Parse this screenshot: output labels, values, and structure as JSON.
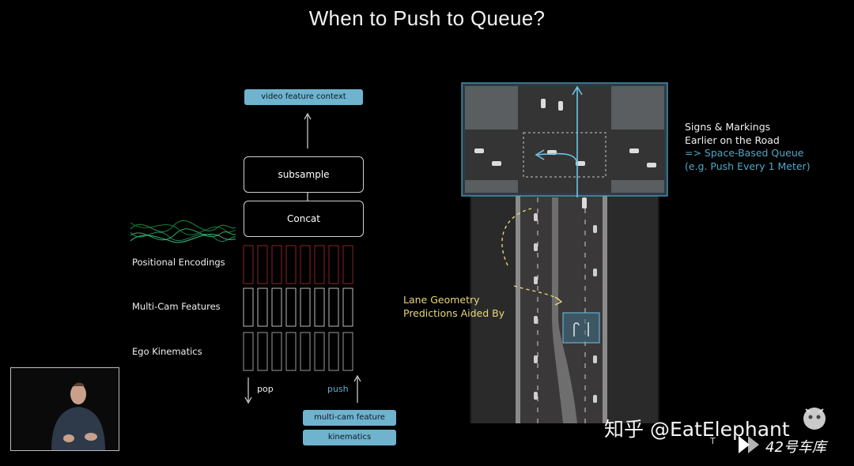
{
  "title": "When to Push to Queue?",
  "pipeline": {
    "top_chip": "video feature context",
    "subsample": "subsample",
    "concat": "Concat",
    "row_labels": [
      "Positional Encodings",
      "Multi-Cam Features",
      "Ego Kinematics"
    ],
    "pop": "pop",
    "push": "push",
    "bottom_chips": [
      "multi-cam feature",
      "kinematics"
    ]
  },
  "annotations": {
    "signs_line1": "Signs & Markings",
    "signs_line2": "Earlier on the Road",
    "signs_line3": "=> Space-Based Queue",
    "signs_line4": "(e.g. Push Every 1 Meter)",
    "lane_line1": "Lane Geometry",
    "lane_line2": "Predictions Aided By"
  },
  "watermark": {
    "zhihu": "知乎 @EatElephant",
    "channel": "42号车库",
    "corner_letter": "T"
  },
  "colors": {
    "chip": "#6fb3cf",
    "accent_blue": "#4fa7c7",
    "annotation_yellow": "#e8d77a",
    "positional_red": "#8a2323"
  }
}
